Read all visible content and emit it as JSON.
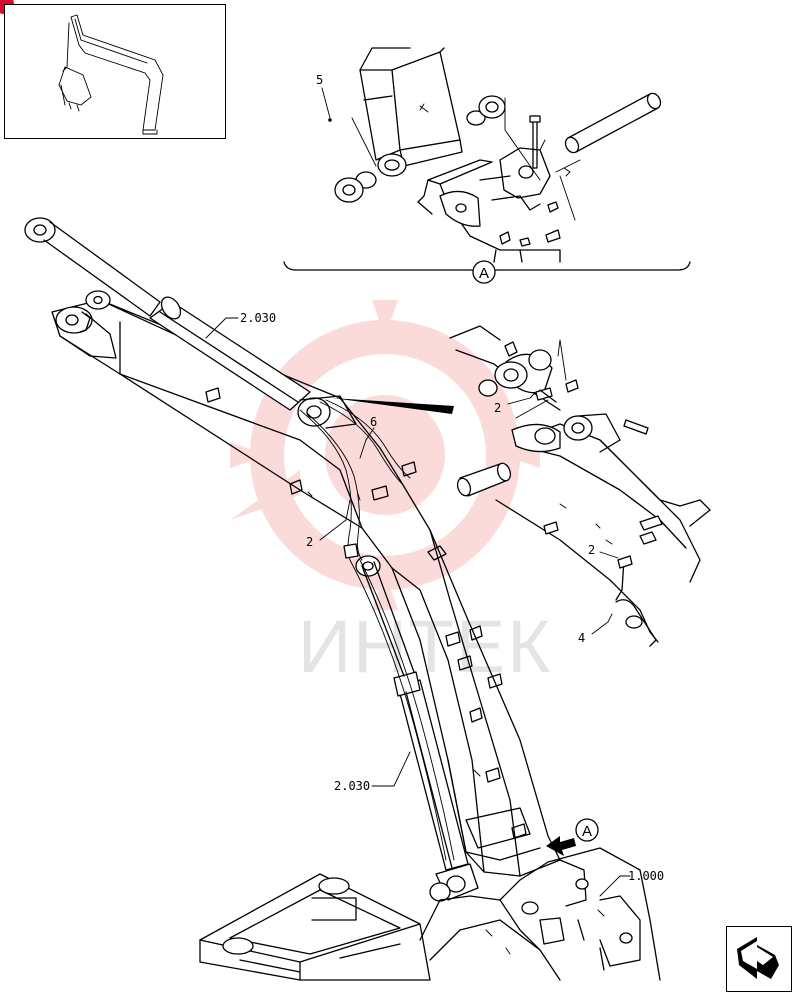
{
  "watermark": {
    "text": "ИНТЕК"
  },
  "view": {
    "letter": "A"
  },
  "callouts": {
    "c5": "5",
    "c2030_top": "2.030",
    "c6": "6",
    "c2_left": "2",
    "c2_right_top": "2",
    "c2_right_bottom": "2",
    "c4": "4",
    "c2030_bottom": "2.030",
    "c1000": "1.000"
  },
  "colors": {
    "line": "#000000",
    "watermark": "#f05a5a",
    "badge": "#d8102a"
  },
  "icons": {
    "badge": "red-corner-badge-icon",
    "nav": "next-page-arrow-icon"
  }
}
